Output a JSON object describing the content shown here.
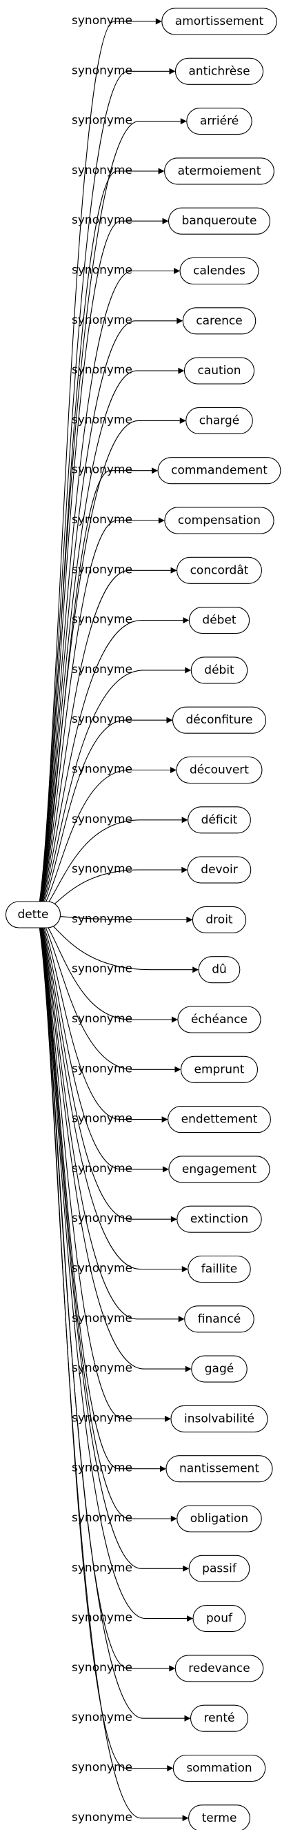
{
  "center": "dette",
  "relation": "synonyme",
  "synonyms": [
    "amortissement",
    "antichrèse",
    "arriéré",
    "atermoiement",
    "banqueroute",
    "calendes",
    "carence",
    "caution",
    "chargé",
    "commandement",
    "compensation",
    "concordât",
    "débet",
    "débit",
    "déconfiture",
    "découvert",
    "déficit",
    "devoir",
    "droit",
    "dû",
    "échéance",
    "emprunt",
    "endettement",
    "engagement",
    "extinction",
    "faillite",
    "financé",
    "gagé",
    "insolvabilité",
    "nantissement",
    "obligation",
    "passif",
    "pouf",
    "redevance",
    "renté",
    "sommation",
    "terme"
  ]
}
